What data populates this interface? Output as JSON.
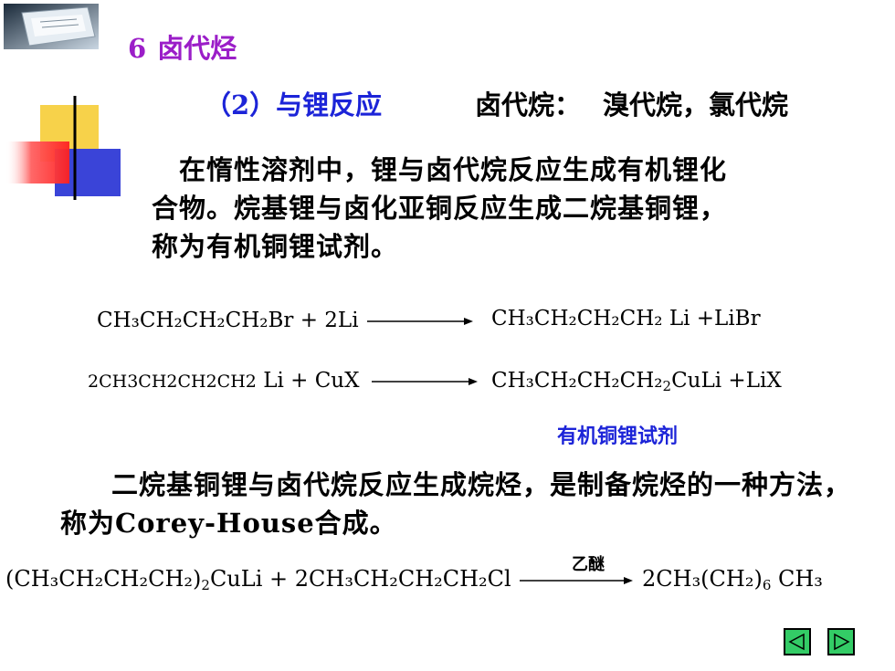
{
  "slide": {
    "section_number": "6",
    "section_title": "卤代烃",
    "subheading": "（2）与锂反应",
    "subheading_right_label": "卤代烷：",
    "subheading_right_items": "溴代烷，氯代烷",
    "paragraph1": "在惰性溶剂中，锂与卤代烷反应生成有机锂化合物。烷基锂与卤化亚铜反应生成二烷基铜锂，称为有机铜锂试剂。",
    "paragraph2": "二烷基铜锂与卤代烷反应生成烷烃，是制备烷烃的一种方法，称为Corey-House合成。"
  },
  "equations": {
    "eq1_reactants": "CH₃CH₂CH₂CH₂Br + 2Li",
    "eq1_products_main": "CH₃CH₂CH₂CH₂",
    "eq1_products_li": "Li",
    "eq1_byproduct": "+LiBr",
    "eq2_reactants_coef": "2CH3CH2CH2CH2",
    "eq2_reactants_rest": "Li + CuX",
    "eq2_products_main": "CH₃CH₂CH₂CH₂",
    "eq2_products_sub": "2",
    "eq2_products_culi": "CuLi",
    "eq2_byproduct": "+LiX",
    "eq2_caption": "有机铜锂试剂",
    "eq3_reactant1": "(CH₃CH₂CH₂CH₂)",
    "eq3_reactant1_sub": "2",
    "eq3_reactant1_culi": "CuLi",
    "eq3_reactant2": "+ 2CH₃CH₂CH₂CH₂Cl",
    "eq3_condition": "乙醚",
    "eq3_product_a": "2CH₃(CH₂)",
    "eq3_product_sub": "6",
    "eq3_product_b": "CH₃"
  },
  "colors": {
    "title": "#9b1ec8",
    "subheading": "#1c24d8",
    "caption": "#1c24d8",
    "nav_button": "#33cc66"
  },
  "icons": {
    "logo": "paper-stack-logo",
    "decoration": "color-blocks-crosshair",
    "prev": "triangle-left-icon",
    "next": "triangle-right-icon"
  }
}
